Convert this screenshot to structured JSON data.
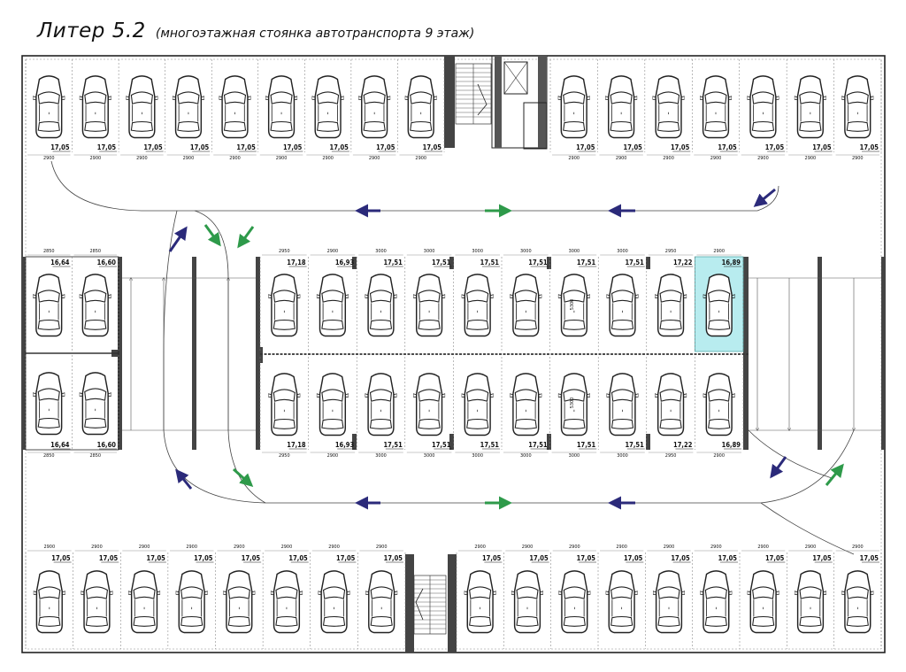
{
  "title": {
    "main": "Литер 5.2",
    "sub": "(многоэтажная стоянка автотранспорта 9 этаж)"
  },
  "colors": {
    "line": "#222222",
    "highlight": "#b8ecef",
    "arrow_blue": "#2b2a7a",
    "arrow_green": "#2e9a4a",
    "dim": "#777777"
  },
  "rows": {
    "top_left": {
      "areas": [
        "17,05",
        "17,05",
        "17,05",
        "17,05",
        "17,05",
        "17,05",
        "17,05",
        "17,05",
        "17,05"
      ],
      "widths": [
        "2900",
        "2900",
        "2900",
        "2900",
        "2900",
        "2900",
        "2900",
        "2900",
        "2900"
      ]
    },
    "top_right": {
      "areas": [
        "17,05",
        "17,05",
        "17,05",
        "17,05",
        "17,05",
        "17,05",
        "17,05"
      ],
      "widths": [
        "2900",
        "2900",
        "2900",
        "2900",
        "2900",
        "2900",
        "2900"
      ]
    },
    "mid_left": {
      "areas_top": [
        "16,64",
        "16,60"
      ],
      "areas_bottom": [
        "16,64",
        "16,60"
      ],
      "widths_top": [
        "2850",
        "2850"
      ],
      "widths_bottom": [
        "2850",
        "2850"
      ]
    },
    "mid_center": {
      "areas_top": [
        "17,18",
        "16,93",
        "17,51",
        "17,51",
        "17,51",
        "17,51",
        "17,51",
        "17,51",
        "17,22",
        "16,89"
      ],
      "areas_bottom": [
        "17,18",
        "16,93",
        "17,51",
        "17,51",
        "17,51",
        "17,51",
        "17,51",
        "17,51",
        "17,22",
        "16,89"
      ],
      "widths_top": [
        "2950",
        "2900",
        "3000",
        "3000",
        "3000",
        "3000",
        "3000",
        "3000",
        "2950",
        "2900"
      ],
      "widths_bottom": [
        "2950",
        "2900",
        "3000",
        "3000",
        "3000",
        "3000",
        "3000",
        "3000",
        "2950",
        "2900"
      ],
      "depth": "5300",
      "highlighted_index": 9
    },
    "bottom_left": {
      "areas": [
        "17,05",
        "17,05",
        "17,05",
        "17,05",
        "17,05",
        "17,05",
        "17,05",
        "17,05"
      ],
      "widths": [
        "2900",
        "2900",
        "2900",
        "2900",
        "2900",
        "2900",
        "2900",
        "2900"
      ]
    },
    "bottom_right": {
      "areas": [
        "17,05",
        "17,05",
        "17,05",
        "17,05",
        "17,05",
        "17,05",
        "17,05",
        "17,05",
        "17,05"
      ],
      "widths": [
        "2900",
        "2900",
        "2900",
        "2900",
        "2900",
        "2900",
        "2900",
        "2900",
        "2900"
      ]
    }
  },
  "icons": {
    "staircase": "staircase-icon",
    "elevator": "elevator-icon",
    "car": "car-icon",
    "arrow": "traffic-arrow-icon"
  }
}
